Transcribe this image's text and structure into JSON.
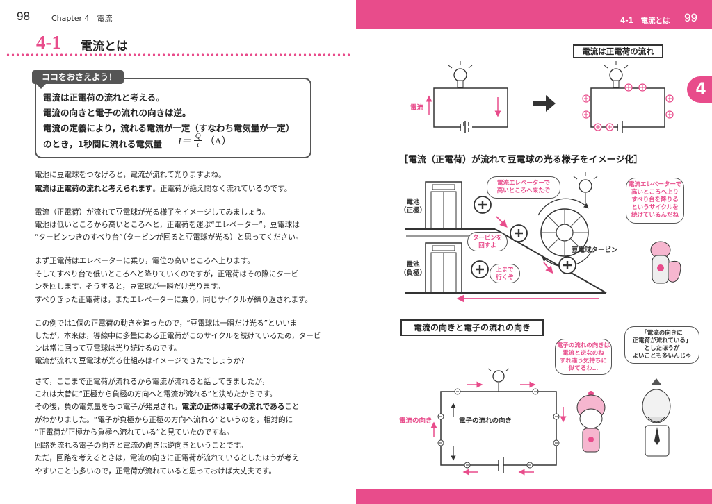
{
  "left_page": {
    "page_number": "98",
    "chapter": "Chapter 4　電流",
    "section_number": "4-1",
    "section_title": "電流とは",
    "key_box": {
      "tab": "ココをおさえよう！",
      "lines": [
        "電流は正電荷の流れと考える。",
        "電流の向きと電子の流れの向きは逆。",
        "電流の定義により，流れる電流が一定（すなわち電気量が一定）",
        "のとき，1秒間に流れる電気量"
      ],
      "formula": {
        "lhs": "I＝",
        "num": "Q",
        "den": "t",
        "unit": "（A）"
      }
    },
    "body": [
      {
        "text": "電池に豆電球をつなげると，電流が流れて光りますよね。",
        "bold": false
      },
      {
        "text": "電流は正電荷の流れと考えられます",
        "bold": true,
        "tail": "。正電荷が絶え間なく流れているのです。"
      },
      {
        "text": "電流（正電荷）が流れて豆電球が光る様子をイメージしてみましょう。",
        "bold": false
      },
      {
        "text": "電池は低いところから高いところへと，正電荷を運ぶ“エレベーター”，豆電球は",
        "bold": false
      },
      {
        "text": "“タービンつきのすべり台”（タービンが回ると豆電球が光る）と思ってください。",
        "bold": false
      },
      {
        "text": "まず正電荷はエレベーターに乗り，電位の高いところへ上ります。",
        "bold": false
      },
      {
        "text": "そしてすべり台で低いところへと降りていくのですが，正電荷はその際にタービ",
        "bold": false
      },
      {
        "text": "ンを回します。そうすると，豆電球が一瞬だけ光ります。",
        "bold": false
      },
      {
        "text": "すべりきった正電荷は，またエレベーターに乗り，同じサイクルが繰り返されます。",
        "bold": false
      },
      {
        "text": "この例では1個の正電荷の動きを追ったので，“豆電球は一瞬だけ光る”といいま",
        "bold": false
      },
      {
        "text": "したが，本来は，導線中に多量にある正電荷がこのサイクルを続けているため，タービ",
        "bold": false
      },
      {
        "text": "ンは常に回って豆電球は光り続けるのです。",
        "bold": false
      },
      {
        "text": "電流が流れて豆電球が光る仕組みはイメージできたでしょうか？",
        "bold": false
      },
      {
        "text": "さて，ここまで正電荷が流れるから電流が流れると話してきましたが，",
        "bold": false
      },
      {
        "text": "これは大昔に“正極から負極の方向へと電流が流れる”と決めたからです。",
        "bold": false
      },
      {
        "text": "その後，負の電気量をもつ電子が発見され，",
        "bold": false,
        "bold_tail": "電流の正体は電子の流れである",
        "tail": "こと"
      },
      {
        "text": "がわかりました。“電子が負極から正極の方向へ流れる”というのを，相対的に",
        "bold": false
      },
      {
        "text": "“正電荷が正極から負極へ流れている”と見ていたのですね。",
        "bold": false
      },
      {
        "text": "回路を流れる電子の向きと電流の向きは逆向きということです。",
        "bold": false
      },
      {
        "text": "ただ，回路を考えるときは，電流の向きに正電荷が流れているとしたほうが考え",
        "bold": false
      },
      {
        "text": "やすいことも多いので，正電荷が流れていると思っておけば大丈夫です。",
        "bold": false
      }
    ]
  },
  "right_page": {
    "header_section": "4-1　電流とは",
    "page_number": "99",
    "chapter_tab": "4",
    "fig1": {
      "label": "電流は正電荷の流れ",
      "current_label": "電流"
    },
    "fig2": {
      "title": "［電流（正電荷）が流れて豆電球の光る様子をイメージ化］",
      "battery_pos": "電池\n（正極）",
      "battery_neg": "電池\n（負極）",
      "bubble_elevator": "電流エレベーターで\n高いところへ来たぞ",
      "bubble_turbine": "タービンを\n回すよ",
      "bubble_goup": "上まで\n行くぞ",
      "turbine_label": "豆電球タービン",
      "bubble_squirrel": "電流エレベーターで\n高いところへ上り\nすべり台を降りる\nというサイクルを\n続けているんだね"
    },
    "fig3": {
      "label": "電流の向きと電子の流れの向き",
      "current_dir": "電流の向き",
      "electron_dir": "電子の流れの向き",
      "bubble_girl": "電子の流れの向きは\n電流と逆なのね\nすれ違う気持ちに\n似てるわ…",
      "bubble_man": "「電流の向きに\n正電荷が流れている」\nとしたほうが\nよいことも多いんじゃ"
    }
  }
}
